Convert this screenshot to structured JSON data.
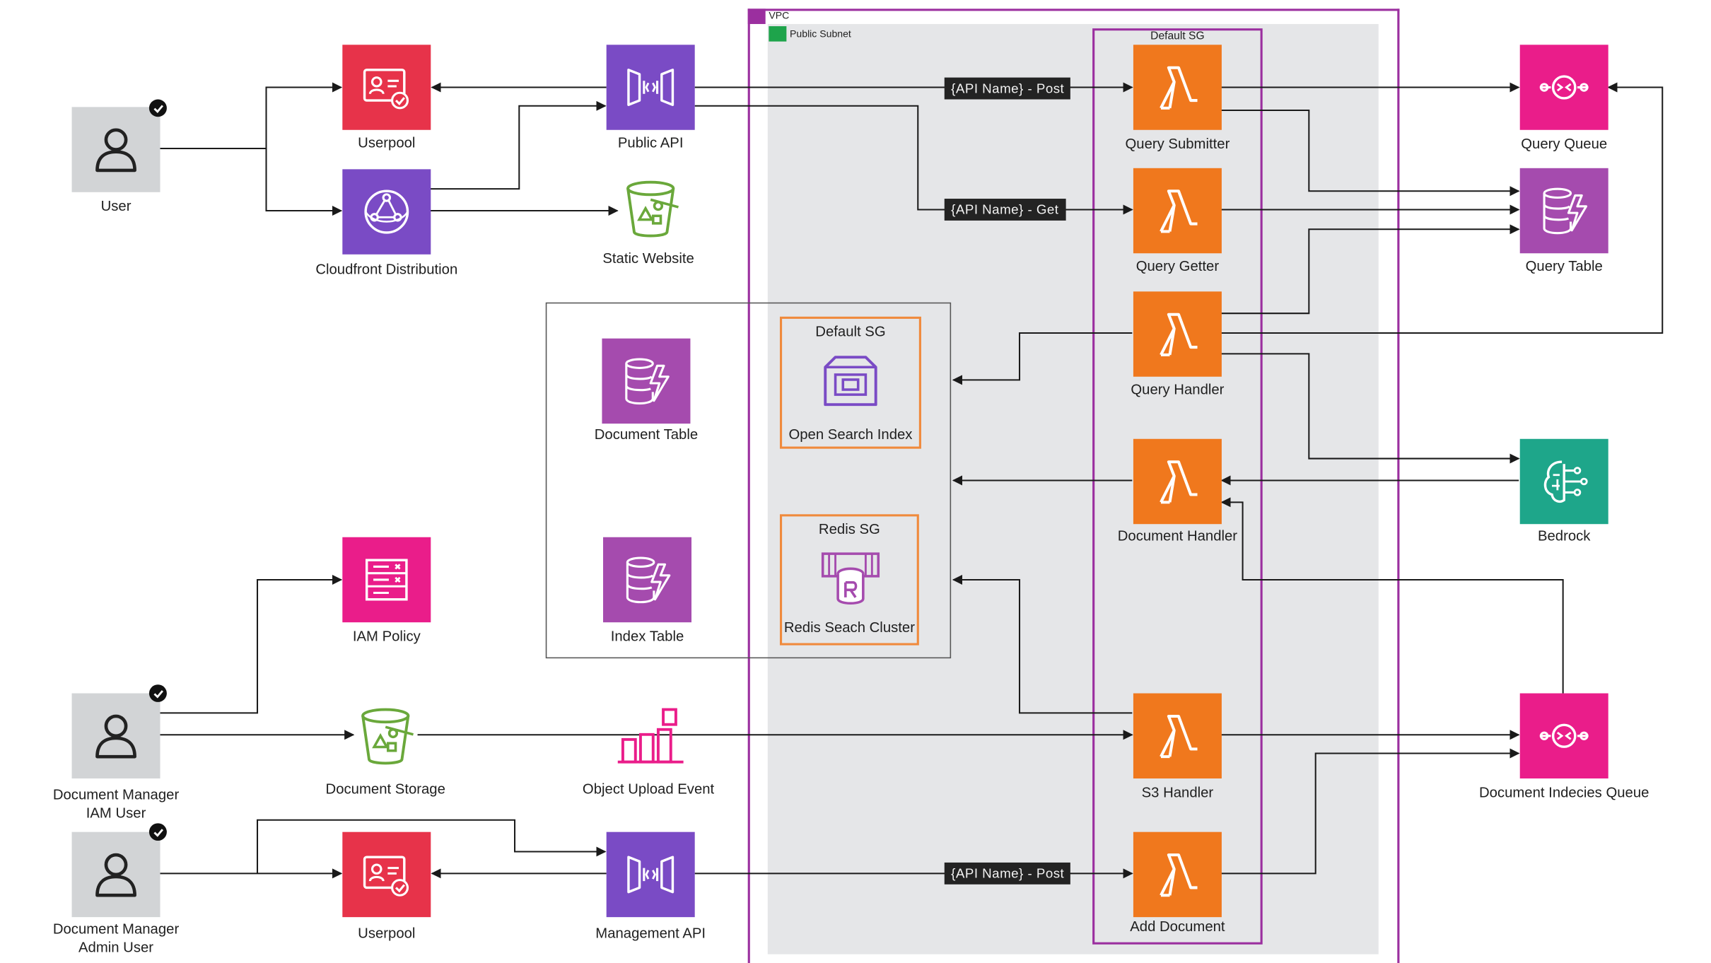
{
  "colors": {
    "lambda": "#f0781d",
    "cognito": "#e7334a",
    "apigw": "#7a4bc5",
    "cloudfront": "#7a4bc5",
    "s3": "#6aa83b",
    "dynamodb": "#a54bae",
    "sqs": "#ea1d8a",
    "iam": "#ea1d8a",
    "bedrock": "#1ea68a",
    "user": "#d2d4d6",
    "vpc_border": "#9b2f9f",
    "subnet_fill": "#e5e6e8",
    "subnet_tag": "#1ea44b",
    "sg_lambda": "#9b2f9f",
    "sg_data": "#f08a3c"
  },
  "groups": {
    "vpc_label": "VPC",
    "subnet_label": "Public Subnet",
    "lambda_sg_label": "Default SG",
    "opensearch_sg_label": "Default SG",
    "redis_sg_label": "Redis SG"
  },
  "nodes": {
    "user": {
      "label": "User",
      "icon": "user-icon"
    },
    "userpool_top": {
      "label": "Userpool",
      "icon": "cognito-icon"
    },
    "cloudfront": {
      "label": "Cloudfront Distribution",
      "icon": "cloudfront-icon"
    },
    "public_api": {
      "label": "Public API",
      "icon": "api-gateway-icon"
    },
    "static_website": {
      "label": "Static Website",
      "icon": "s3-bucket-icon"
    },
    "query_submitter": {
      "label": "Query Submitter",
      "icon": "lambda-icon"
    },
    "query_getter": {
      "label": "Query Getter",
      "icon": "lambda-icon"
    },
    "query_handler": {
      "label": "Query Handler",
      "icon": "lambda-icon"
    },
    "document_handler": {
      "label": "Document Handler",
      "icon": "lambda-icon"
    },
    "s3_handler": {
      "label": "S3 Handler",
      "icon": "lambda-icon"
    },
    "add_document": {
      "label": "Add Document",
      "icon": "lambda-icon"
    },
    "query_queue": {
      "label": "Query Queue",
      "icon": "sqs-icon"
    },
    "query_table": {
      "label": "Query Table",
      "icon": "dynamodb-icon"
    },
    "bedrock": {
      "label": "Bedrock",
      "icon": "bedrock-icon"
    },
    "document_indecies_queue": {
      "label": "Document Indecies Queue",
      "icon": "sqs-icon"
    },
    "document_table": {
      "label": "Document Table",
      "icon": "dynamodb-icon"
    },
    "index_table": {
      "label": "Index Table",
      "icon": "dynamodb-icon"
    },
    "open_search_index": {
      "label": "Open Search Index",
      "icon": "opensearch-icon"
    },
    "redis_cluster": {
      "label": "Redis Seach Cluster",
      "icon": "redis-icon"
    },
    "iam_policy": {
      "label": "IAM Policy",
      "icon": "iam-policy-icon"
    },
    "doc_manager_iam": {
      "label": "Document Manager\nIAM User",
      "icon": "user-icon"
    },
    "doc_storage": {
      "label": "Document Storage",
      "icon": "s3-bucket-icon"
    },
    "object_upload": {
      "label": "Object Upload Event",
      "icon": "event-icon"
    },
    "doc_manager_admin": {
      "label": "Document Manager\nAdmin User",
      "icon": "user-icon"
    },
    "userpool_bottom": {
      "label": "Userpool",
      "icon": "cognito-icon"
    },
    "management_api": {
      "label": "Management API",
      "icon": "api-gateway-icon"
    }
  },
  "edge_labels": {
    "post_top": "{API Name} - Post",
    "get": "{API Name} - Get",
    "post_bottom": "{API Name} - Post"
  }
}
